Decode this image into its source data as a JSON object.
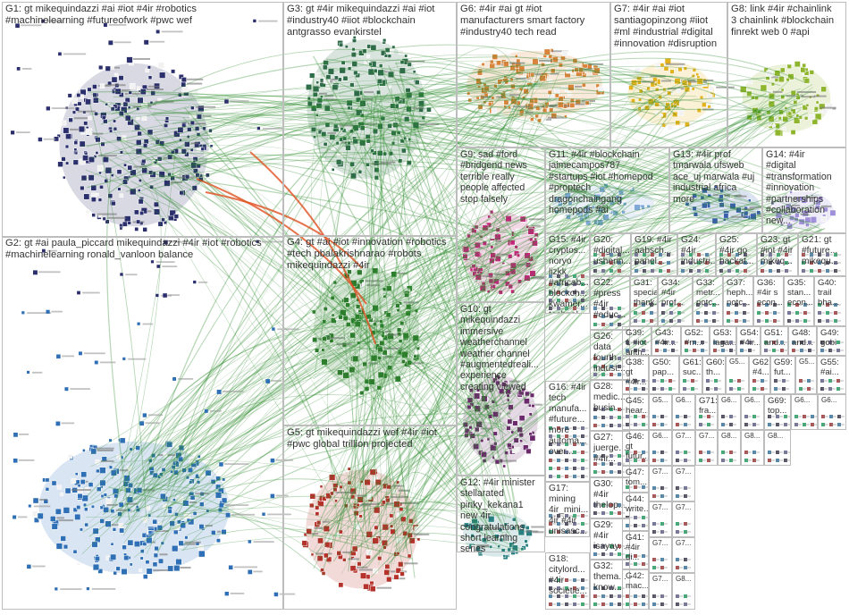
{
  "groups": [
    {
      "id": "G1",
      "label": "G1: gt mikequindazzi #ai #iot #4ir #robotics\n#machinelearning #futureofwork #pwc wef"
    },
    {
      "id": "G2",
      "label": "G2: gt #ai paula_piccard mikequindazzi #4ir #iot #robotics\n#machinelearning ronald_vanloon balance"
    },
    {
      "id": "G3",
      "label": "G3: gt #4ir mikequindazzi #ai #iot\n#industry40 #iiot #blockchain\nantgrasso evankirstel"
    },
    {
      "id": "G4",
      "label": "G4: gt #ai #iot #innovation #robotics\n#tech pbalakrishnarao #robots\nmikequindazzi #4ir"
    },
    {
      "id": "G5",
      "label": "G5: gt mikequindazzi wef #4ir #iot\n#pwc global trillion projected"
    },
    {
      "id": "G6",
      "label": "G6: #4ir #ai gt #iot\nmanufacturers smart factory\n#industry40 tech read"
    },
    {
      "id": "G7",
      "label": "G7: #4ir #ai #iot\nsantiagopinzong #iiot\n#ml #industrial #digital\n#innovation #disruption"
    },
    {
      "id": "G8",
      "label": "G8: link #4ir #chainlink\n3 chainlink #blockchain\nfinrekt web 0 #api"
    },
    {
      "id": "G9",
      "label": "G9: sad #ford\n#bridgend news\nterrible really\npeople affected\nstop falsely"
    },
    {
      "id": "G10",
      "label": "G10: gt\nmikequindazzi\nimmersive\nweatherchannel\nweather channel\n#augmentedreali...\nexperience\ncreating viewed"
    },
    {
      "id": "G11",
      "label": "G11: #4ir #blockchain\njaimecampos787\n#startups #iot #homepod\n#proptech\ndragonchaingang\nhomepods #ai"
    },
    {
      "id": "G12",
      "label": "G12: #4ir minister\nstellarated\npinky_kekana1\nnew 4ir\ncongratulations\nshort learning\nseries"
    },
    {
      "id": "G13",
      "label": "G13: #4ir prof\ntmarwala ufsweb\nace_uj marwala #uj\nindustrial africa\nmore"
    },
    {
      "id": "G14",
      "label": "G14: #4ir\n#digital\n#transformation\n#innovation\n#partnerships\n#collaboration\nnew..."
    },
    {
      "id": "G15",
      "label": "G15: #4ir\ncryptos...\nnoryo\nlizkk\n#africab...\nblockch...\nkwamer...\ntechnol..."
    },
    {
      "id": "G16",
      "label": "G16: #4ir\ntech\nmanufa...\n#future...\nmore\nautoma...\nover..."
    },
    {
      "id": "G17",
      "label": "G17:\nmining\n4ir_mini...\n4ir #4ir\nunisasc...\nunisa..."
    },
    {
      "id": "G18",
      "label": "G18:\ncitylord...\n#4ir\nsocietie..."
    },
    {
      "id": "G19",
      "label": "G19: #4ir\naabsch...\npanel..."
    },
    {
      "id": "G20",
      "label": "G20:\n#digital...\nusherin..."
    },
    {
      "id": "G21",
      "label": "G21: gt\n#future...\nmikequ..."
    },
    {
      "id": "G22",
      "label": "G22:\n#press\n#4ir\n#educ..."
    },
    {
      "id": "G23",
      "label": "G23: gt\n#iot #4ir\nmikeq..."
    },
    {
      "id": "G24",
      "label": "G24:\n#4ir\nindustri..."
    },
    {
      "id": "G25",
      "label": "G25:\n#4ir go\nhackat..."
    },
    {
      "id": "G26",
      "label": "G26:\ndata\nfourth\nindust..."
    },
    {
      "id": "G27",
      "label": "G27:\njuerge...\n#4ir..."
    },
    {
      "id": "G28",
      "label": "G28:\nmedic...\nbusin..."
    },
    {
      "id": "G29",
      "label": "G29:\n#4ir\nisayay..."
    },
    {
      "id": "G30",
      "label": "G30:\n#4ir\nthelop..."
    },
    {
      "id": "G31",
      "label": "G31:\nspecial\nthank..."
    },
    {
      "id": "G32",
      "label": "G32:\nthema...\nknow..."
    },
    {
      "id": "G33",
      "label": "G33:\nmetr...\nnotc..."
    },
    {
      "id": "G34",
      "label": "G34:\n#4ir\nprof..."
    },
    {
      "id": "G35",
      "label": "G35:\nstan...\necon..."
    },
    {
      "id": "G36",
      "label": "G36:\n#4ir s\necon..."
    },
    {
      "id": "G37",
      "label": "G37:\nheph...\nnotc..."
    },
    {
      "id": "G38",
      "label": "G38:\ngt\n#4ir..."
    },
    {
      "id": "G39",
      "label": "G39:\n1 #iot\nanth..."
    },
    {
      "id": "G40",
      "label": "G40:\ntrail\nbha..."
    },
    {
      "id": "G41",
      "label": "G41:\n#4ir\ndi..."
    },
    {
      "id": "G42",
      "label": "G42:\nmac..."
    },
    {
      "id": "G43",
      "label": "G43:\n#4ir..."
    },
    {
      "id": "G44",
      "label": "G44:\nwrite..."
    },
    {
      "id": "G45",
      "label": "G45:\nhear..."
    },
    {
      "id": "G46",
      "label": "G46:\ngt\nfutur..."
    },
    {
      "id": "G47",
      "label": "G47:\ntom..."
    },
    {
      "id": "G48",
      "label": "G48:\nand..."
    },
    {
      "id": "G49",
      "label": "G49:\ngobi"
    },
    {
      "id": "G50",
      "label": "G50:\npap..."
    },
    {
      "id": "G51",
      "label": "G51:\nand..."
    },
    {
      "id": "G52",
      "label": "G52:\n#m..."
    },
    {
      "id": "G53",
      "label": "G53:\nlaga..."
    },
    {
      "id": "G54",
      "label": "G54:\n#4ir..."
    },
    {
      "id": "G55",
      "label": "G55:\n#ai..."
    },
    {
      "id": "G56",
      "label": "G5..."
    },
    {
      "id": "G57",
      "label": "G5..."
    },
    {
      "id": "G58",
      "label": "G5..."
    },
    {
      "id": "G59",
      "label": "G59:\nfut..."
    },
    {
      "id": "G60",
      "label": "G60:\nth..."
    },
    {
      "id": "G61",
      "label": "G61:\nsuc..."
    },
    {
      "id": "G62",
      "label": "G62:\n#4..."
    },
    {
      "id": "G63",
      "label": "G6..."
    },
    {
      "id": "G64",
      "label": "G6..."
    },
    {
      "id": "G65",
      "label": "G6..."
    },
    {
      "id": "G66",
      "label": "G6..."
    },
    {
      "id": "G67",
      "label": "G6..."
    },
    {
      "id": "G68",
      "label": "G6..."
    },
    {
      "id": "G69",
      "label": "G69:\ntop..."
    },
    {
      "id": "G70",
      "label": "G7..."
    },
    {
      "id": "G71",
      "label": "G71:\nfra..."
    },
    {
      "id": "G72",
      "label": "G7..."
    },
    {
      "id": "G73",
      "label": "G7..."
    },
    {
      "id": "G74",
      "label": "G7..."
    },
    {
      "id": "G75",
      "label": "G7..."
    },
    {
      "id": "G76",
      "label": "G7..."
    },
    {
      "id": "G77",
      "label": "G7..."
    },
    {
      "id": "G78",
      "label": "G7..."
    },
    {
      "id": "G79",
      "label": "G7..."
    },
    {
      "id": "G80",
      "label": "G8..."
    },
    {
      "id": "G81",
      "label": "G8..."
    },
    {
      "id": "G82",
      "label": "G8..."
    },
    {
      "id": "G83",
      "label": "G8..."
    }
  ],
  "colors": {
    "G1": "#2b2f6b",
    "G2": "#2e6fb5",
    "G3": "#2f6b4a",
    "G4": "#2e7a2e",
    "G5": "#b5312b",
    "G6": "#d9843a",
    "G7": "#e3b21c",
    "G8": "#8fb52e",
    "G9": "#c2267a",
    "G10": "#6b2a6b",
    "G11": "#7fa8d9",
    "G12": "#2a8080",
    "G13": "#3a5fae",
    "G14": "#a08fd9",
    "edge": "#2e8b2e",
    "edge_highlight": "#e05020",
    "border": "#bdbdbd"
  }
}
